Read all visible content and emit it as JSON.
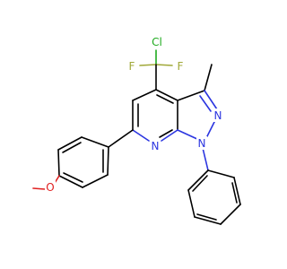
{
  "atoms": {
    "chlorine": "Cl",
    "fluorine_left": "F",
    "fluorine_right": "F",
    "nitrogen_pyrazole": "N",
    "nitrogen_pyridine": "N",
    "nitrogen_phenyl": "N",
    "oxygen": "O"
  },
  "colors": {
    "carbon": "#000000",
    "nitrogen": "#2b35e0",
    "chlorine": "#1faa1f",
    "fluorine": "#a0a838",
    "oxygen": "#e02020"
  }
}
